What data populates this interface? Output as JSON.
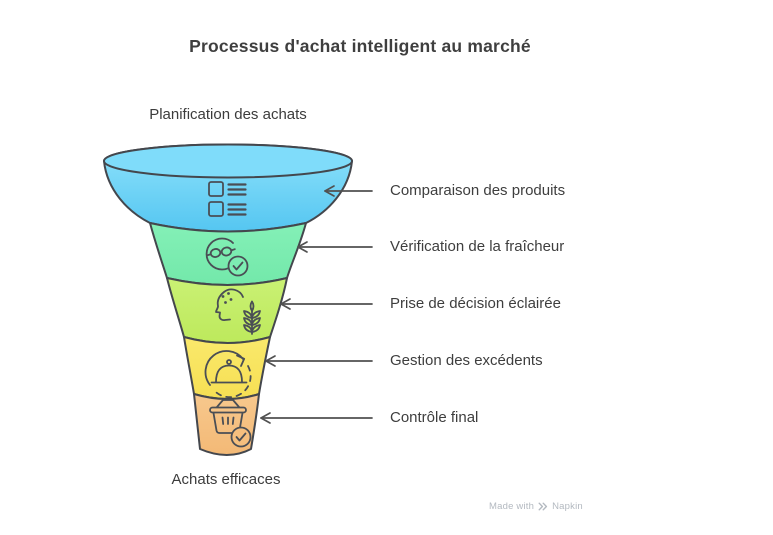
{
  "title": "Processus d'achat intelligent au marché",
  "funnel": {
    "top_label": "Planification des achats",
    "bottom_label": "Achats efficaces",
    "stages": [
      {
        "label": "Comparaison des produits",
        "icon": "comparison-list-icon",
        "color": "#63CEF4"
      },
      {
        "label": "Vérification de la fraîcheur",
        "icon": "glasses-check-icon",
        "color": "#7DEDB3"
      },
      {
        "label": "Prise de décision éclairée",
        "icon": "mind-grain-icon",
        "color": "#C4EE68"
      },
      {
        "label": "Gestion des excédents",
        "icon": "dish-recycle-icon",
        "color": "#F8E45E"
      },
      {
        "label": "Contrôle final",
        "icon": "basket-check-icon",
        "color": "#F5BF7E"
      }
    ]
  },
  "watermark": {
    "prefix": "Made with",
    "brand": "Napkin"
  },
  "colors": {
    "outline": "#44474D",
    "icon_stroke": "#4A4E55",
    "arrow": "#515151",
    "label_text": "#3E3E3E",
    "title_text": "#3F3F3F",
    "funnel_top_surface": "#7FDCFA",
    "watermark_text": "#B3B9C0",
    "background": "#FFFFFF"
  }
}
